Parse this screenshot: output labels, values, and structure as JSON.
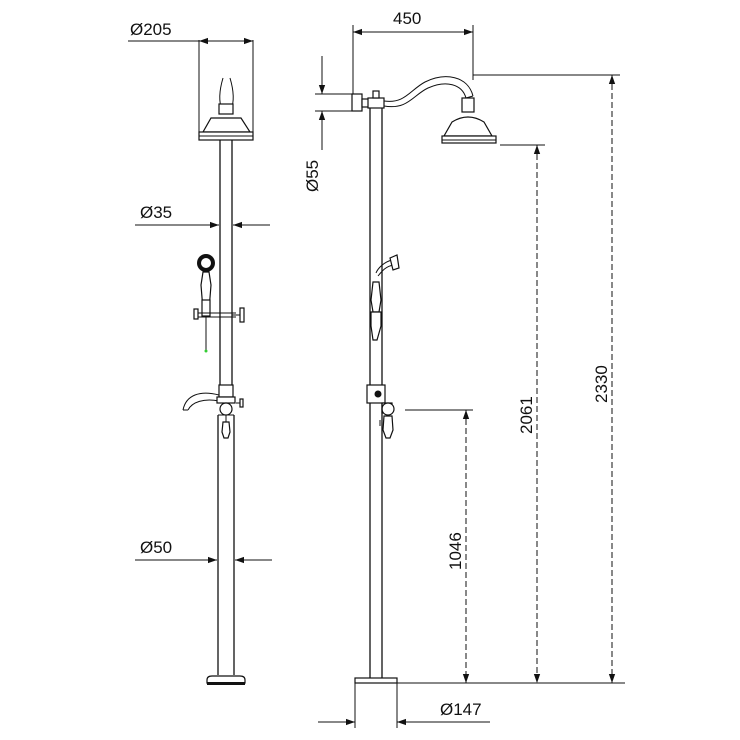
{
  "drawing": {
    "colors": {
      "line": "#111111",
      "background": "#ffffff",
      "accent_dot": "#33cc33"
    },
    "front_view": {
      "dim_head_diameter": "Ø205",
      "dim_upper_pipe_diameter": "Ø35",
      "dim_lower_pipe_diameter": "Ø50"
    },
    "side_view": {
      "dim_arm_reach": "450",
      "dim_wall_bracket": "Ø55",
      "dim_total_height": "2330",
      "dim_head_height": "2061",
      "dim_mixer_height": "1046",
      "dim_base_diameter": "Ø147"
    }
  }
}
